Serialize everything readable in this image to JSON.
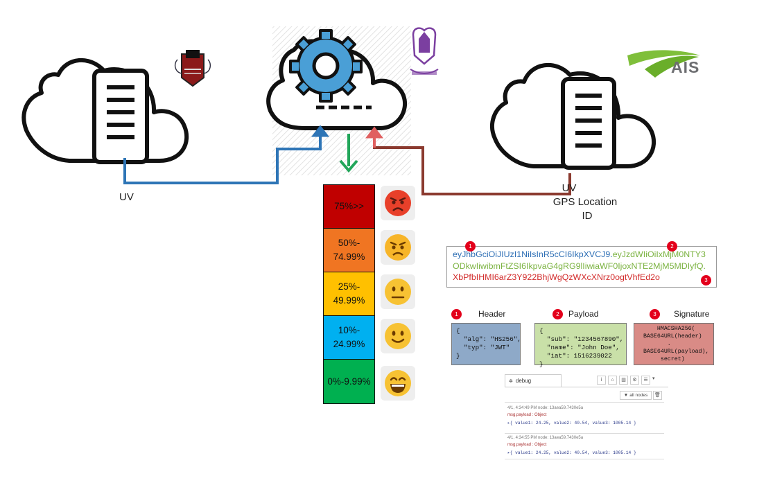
{
  "logos": {
    "left_cloud": "team badge",
    "center_cloud": "university seal",
    "right_cloud": "AIS"
  },
  "labels": {
    "left_uv": "UV",
    "right_uv": "UV",
    "right_gps": "GPS Location",
    "right_id": "ID"
  },
  "colors": {
    "left_link": "#2e75b6",
    "right_link": "#8b3a2f",
    "right_arrow": "#e06060",
    "down_arrow": "#22a65a",
    "ais_green": "#7fbf3a",
    "ais_text": "#6d6e71"
  },
  "uv_scale": [
    {
      "label": "75%>>",
      "color": "#c00000",
      "face": "angry-red-face"
    },
    {
      "label": "50%-\n74.99%",
      "color": "#f07522",
      "face": "angry-face"
    },
    {
      "label": "25%-\n49.99%",
      "color": "#ffc000",
      "face": "neutral-face"
    },
    {
      "label": "10%-\n24.99%",
      "color": "#00b0f0",
      "face": "slightly-smiling-face"
    },
    {
      "label": "0%-9.99%",
      "color": "#00b050",
      "face": "grinning-face"
    }
  ],
  "jwt": {
    "header_part": "eyJhbGciOiJIUzI1NiIsInR5cCI6IkpXVCJ9.",
    "payload_part": "eyJzdWIiOiIxMjM0NTY3ODkwIiwibmFtZSI6IkpvaG4gRG9lIiwiaWF0IjoxNTE2MjM5MDIyfQ.",
    "signature_part": "XbPfbIHMI6arZ3Y922BhjWgQzWXcXNrz0ogtVhfEd2o",
    "header_color": "#2e6fb5",
    "payload_color": "#7cb342",
    "signature_color": "#d22b2b"
  },
  "sections": [
    {
      "num": "1",
      "title": "Header",
      "bg": "#8ea9c8",
      "body": "{\n  \"alg\": \"HS256\",\n  \"typ\": \"JWT\"\n}"
    },
    {
      "num": "2",
      "title": "Payload",
      "bg": "#c9e0a8",
      "body": "{\n  \"sub\": \"1234567890\",\n  \"name\": \"John Doe\",\n  \"iat\": 1516239022\n}"
    },
    {
      "num": "3",
      "title": "Signature",
      "bg": "#d98b86",
      "body": "      HMACSHA256(\n  BASE64URL(header)\n         .\n  BASE64URL(payload),\n       secret)"
    }
  ],
  "debug": {
    "tab": "debug",
    "filter": "all nodes",
    "messages": [
      {
        "meta": "4/1, 4:34:49 PM   node: 13aea59.7430e5a",
        "topic": "msg.payload : Object",
        "payload": "▸{ value1: 24.25, value2: 40.54, value3: 1005.14 }"
      },
      {
        "meta": "4/1, 4:34:55 PM   node: 13aea59.7430e5a",
        "topic": "msg.payload : Object",
        "payload": "▸{ value1: 24.25, value2: 40.54, value3: 1005.14 }"
      }
    ]
  }
}
